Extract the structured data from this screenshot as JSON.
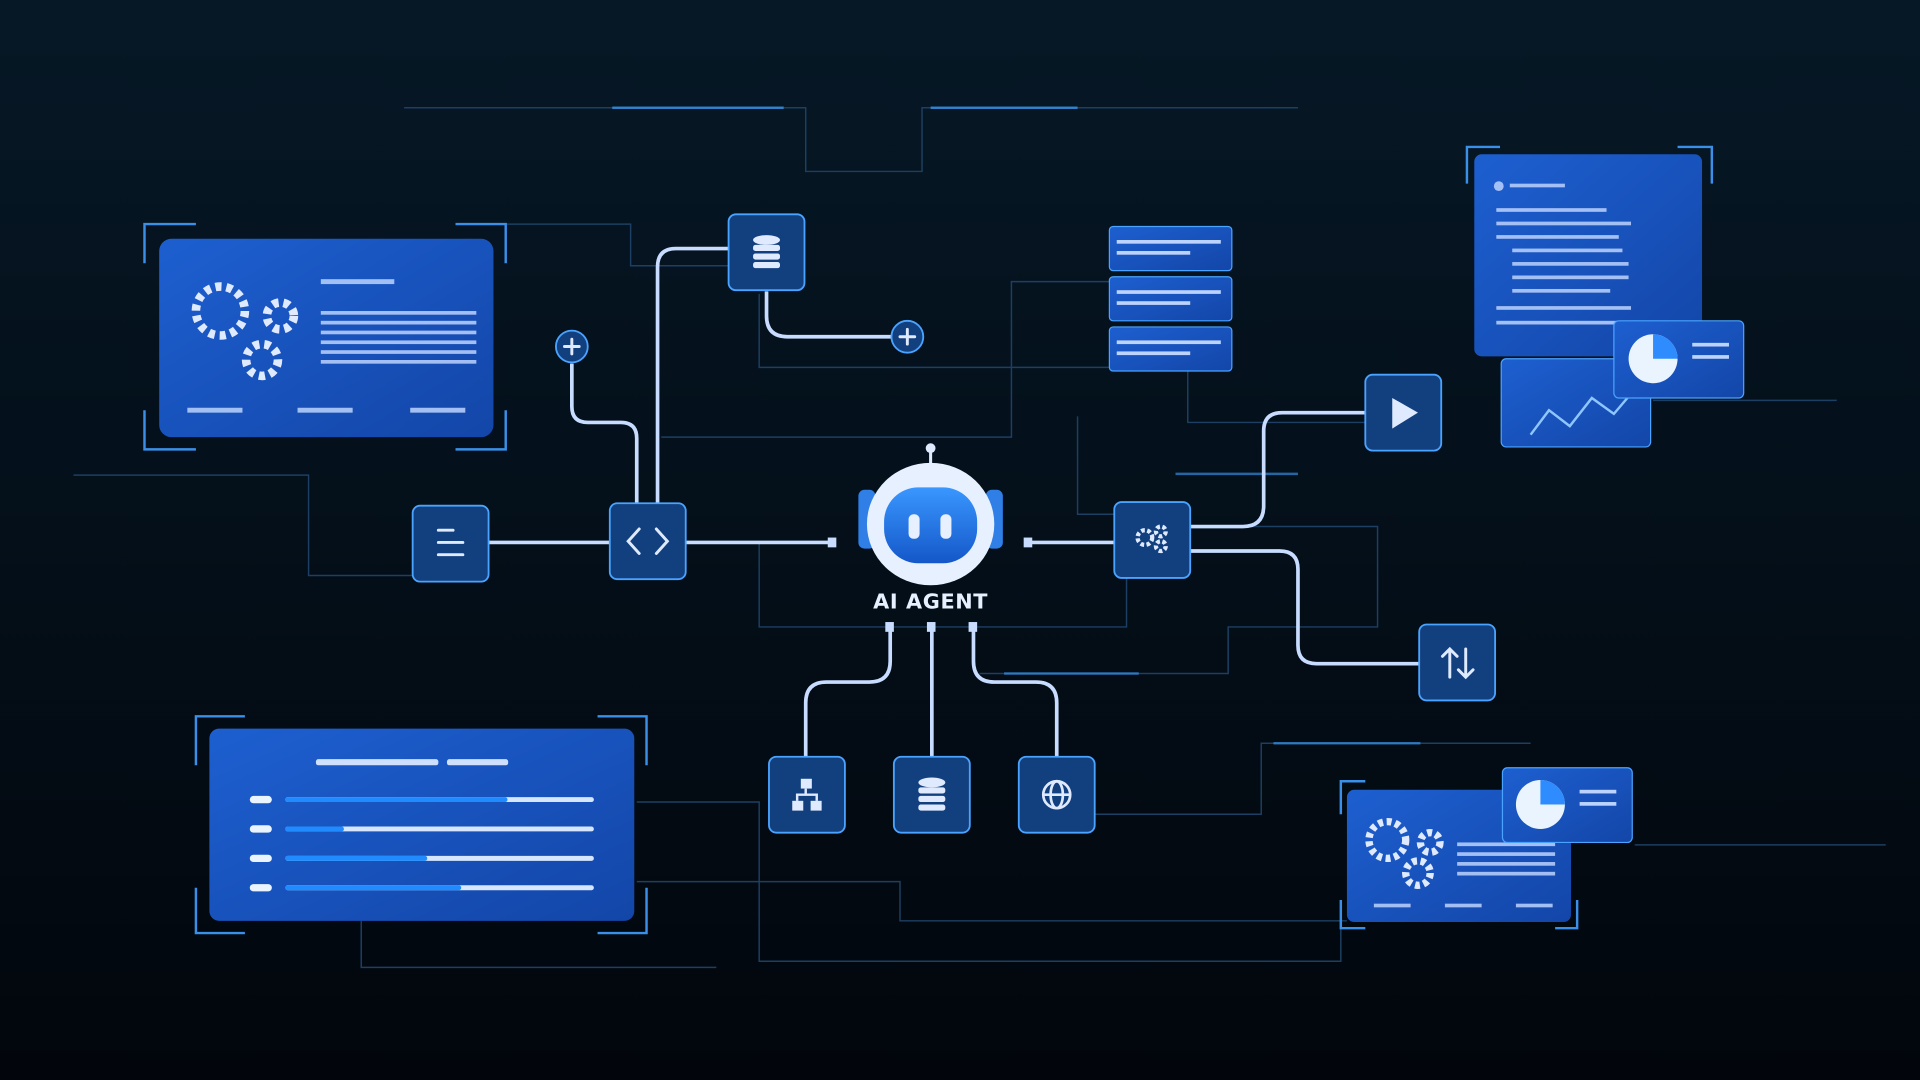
{
  "center": {
    "label": "AI AGENT",
    "icon": "robot-icon"
  },
  "nodes": [
    {
      "id": "menu",
      "icon": "menu-lines-icon"
    },
    {
      "id": "code",
      "icon": "code-brackets-icon"
    },
    {
      "id": "database-top",
      "icon": "database-icon"
    },
    {
      "id": "add-left",
      "icon": "plus-icon"
    },
    {
      "id": "add-right",
      "icon": "plus-icon"
    },
    {
      "id": "servers",
      "icon": "server-stack-icon"
    },
    {
      "id": "settings",
      "icon": "gears-icon"
    },
    {
      "id": "play",
      "icon": "play-icon"
    },
    {
      "id": "transfer",
      "icon": "arrows-up-down-icon"
    },
    {
      "id": "hierarchy",
      "icon": "sitemap-icon"
    },
    {
      "id": "database-bottom",
      "icon": "database-icon"
    },
    {
      "id": "web",
      "icon": "globe-icon"
    }
  ],
  "progress_panel": {
    "bars": [
      0.72,
      0.19,
      0.46,
      0.57
    ]
  },
  "colors": {
    "background": "#030a12",
    "accent": "#2f7fe6",
    "wire": "#c7dcff",
    "glow": "#4aa3ff"
  }
}
